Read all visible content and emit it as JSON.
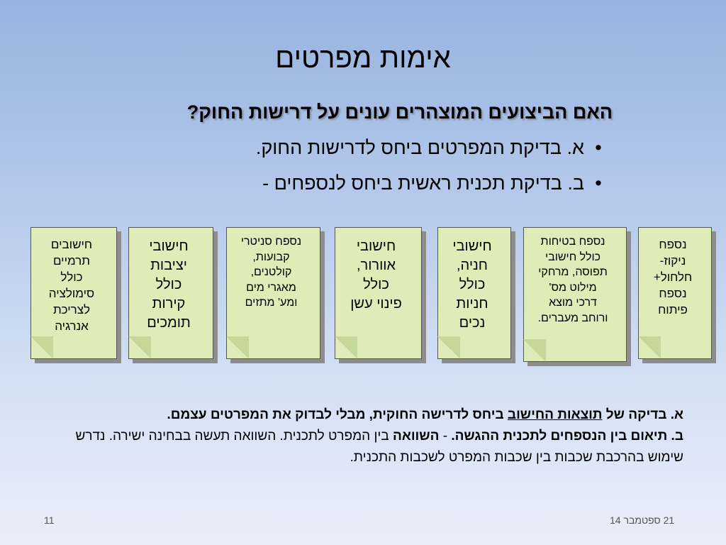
{
  "slide": {
    "title": "אימות מפרטים",
    "subtitle": "האם הביצועים המוצהרים עונים על דרישות החוק?",
    "bullets": [
      {
        "label": "א. בדיקת המפרטים ביחס לדרישות החוק."
      },
      {
        "label": "ב. בדיקת תכנית ראשית ביחס לנספחים -"
      }
    ],
    "bullet_symbol": "•"
  },
  "notes": [
    {
      "text": "נספח\nניקוז-\nחלחול+\nנספח\nפיתוח"
    },
    {
      "text": "נספח בטיחות\nכולל חישובי\nתפוסה, מרחקי\nמילוט מס'\nדרכי מוצא\nורוחב מעברים."
    },
    {
      "text": "חישובי\nחניה,\nכולל\nחניות\nנכים"
    },
    {
      "text": "חישובי\nאוורור,\nכולל\nפינוי עשן"
    },
    {
      "text": "נספח סניטרי\nקבועות,\nקולטנים,\nמאגרי מים\nומע' מתזים"
    },
    {
      "text": "חישובי\nיציבות\nכולל\nקירות\nתומכים"
    },
    {
      "text": "חישובים\nתרמיים\nכולל\nסימולציה\nלצריכת\nאנרגיה"
    }
  ],
  "explanation": {
    "line_a": {
      "prefix": "א. בדיקה של ",
      "underlined": "תוצאות החישוב",
      "suffix": " ביחס לדרישה החוקית, מבלי לבדוק את המפרטים עצמם."
    },
    "line_b": {
      "bold_part": "ב. תיאום בין הנספחים לתכנית ההגשה.",
      "text1": " - ",
      "bold_word": "השוואה",
      "text2": " בין המפרט לתכנית. השוואה תעשה בבחינה ישירה. נדרש שימוש בהרכבת שכבות בין שכבות המפרט לשכבות התכנית."
    }
  },
  "footer": {
    "date": "21 ספטמבר 14",
    "page": "11"
  },
  "colors": {
    "note_fill": "#dfecb7",
    "note_shadow": "#8d8d8d",
    "background_top": "#97b3e0",
    "background_bottom": "#e9eef9"
  }
}
